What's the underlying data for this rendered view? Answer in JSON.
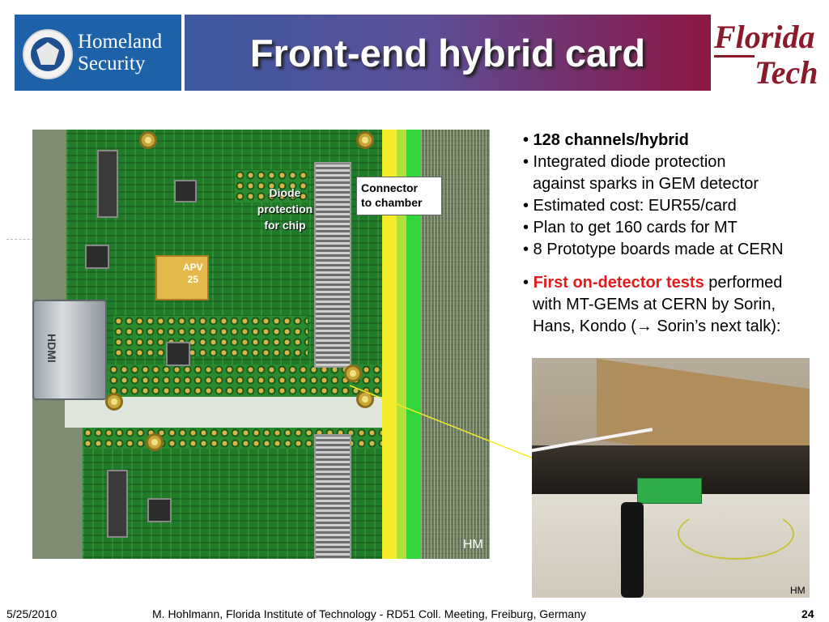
{
  "header": {
    "dhs_logo_line1": "Homeland",
    "dhs_logo_line2": "Security",
    "title": "Front-end hybrid card",
    "fit_logo_line1": "Florida",
    "fit_logo_line2": "Tech"
  },
  "board": {
    "apv_label_line1": "APV",
    "apv_label_line2": "25",
    "hdmi_label": "HDMI",
    "diode_label_line1": "Diode",
    "diode_label_line2": "protection",
    "diode_label_line3": "for chip",
    "connector_label_line1": "Connector",
    "connector_label_line2": "to chamber",
    "credit": "HM"
  },
  "bullets": {
    "b1": "• 128 channels/hybrid",
    "b2_line1": "• Integrated diode protection",
    "b2_line2": "against sparks in GEM detector",
    "b3": "• Estimated cost: EUR55/card",
    "b4": "• Plan to get 160 cards for MT",
    "b5": "• 8 Prototype boards made at CERN",
    "b6_bullet": "• ",
    "b6_red": "First on-detector tests",
    "b6_rest": " performed",
    "b6_line2": "with MT-GEMs at CERN by Sorin,",
    "b6_line3": "Hans, Kondo (→ Sorin’s next talk):"
  },
  "photo": {
    "credit": "HM"
  },
  "footer": {
    "date": "5/25/2010",
    "center": "M. Hohlmann, Florida Institute of Technology - RD51 Coll. Meeting, Freiburg, Germany",
    "page": "24"
  },
  "colors": {
    "title_gradient_start": "#3c58a0",
    "title_gradient_end": "#8b1843",
    "dhs_blue": "#1d62a8",
    "fit_red": "#8b1a2a",
    "highlight_red": "#e31b1b",
    "pcb_green": "#1f7a2a",
    "pointer_line": "#f3ec2a"
  }
}
